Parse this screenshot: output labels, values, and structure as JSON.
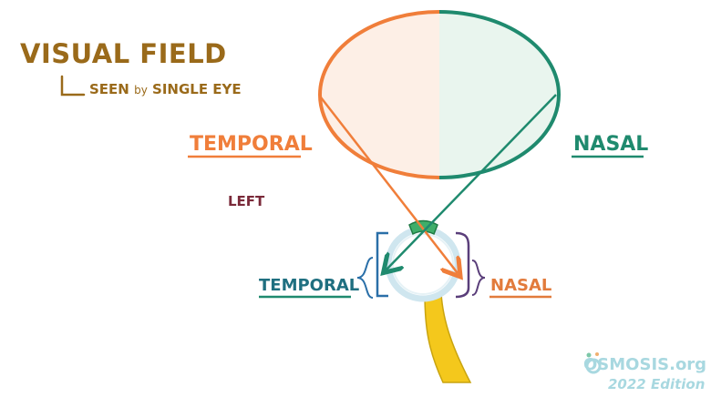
{
  "title": "VISUAL FIELD",
  "subtitle_parts": [
    "SEEN ",
    "by",
    " SINGLE EYE"
  ],
  "labels": {
    "temporal_field": "TEMPORAL",
    "nasal_field": "NASAL",
    "left": "LEFT",
    "temporal_retina": "TEMPORAL",
    "nasal_retina": "NASAL"
  },
  "brand": {
    "name": "OSMOSIS.org",
    "edition": "2022 Edition"
  },
  "colors": {
    "temporal": "#f07e3a",
    "nasal": "#1f8a6e",
    "temporal_fill": "#fdefe6",
    "nasal_fill": "#e9f5ee",
    "optic_nerve": "#f4c81c",
    "eyeball": "#cfe6ef",
    "title": "#9a6a1a",
    "left_label": "#7a2a3a",
    "temporal_retina": "#1f6f80",
    "nasal_retina": "#e27b3c",
    "bracket_temporal": "#2a6fa8",
    "bracket_nasal": "#5a3e7a"
  },
  "icons": [
    "osmosis-logo-icon"
  ]
}
